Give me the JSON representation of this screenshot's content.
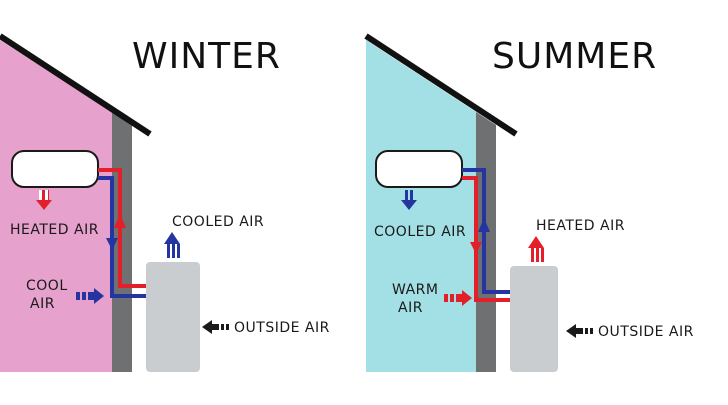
{
  "colors": {
    "winter_wall": "#e6a2cd",
    "summer_wall": "#a2e0e6",
    "house_wall": "#6f7072",
    "outdoor_unit": "#c9cdcf",
    "indoor_unit": "#ffffff",
    "hot_line": "#e3202a",
    "cold_line": "#2434a0",
    "roof": "#111111"
  },
  "winter": {
    "title": "WINTER",
    "indoor_label": "HEATED AIR",
    "outdoor_label": "COOLED AIR",
    "intake_label_line1": "COOL",
    "intake_label_line2": "AIR",
    "outside_label": "OUTSIDE AIR"
  },
  "summer": {
    "title": "SUMMER",
    "indoor_label": "COOLED AIR",
    "outdoor_label": "HEATED AIR",
    "intake_label_line1": "WARM",
    "intake_label_line2": "AIR",
    "outside_label": "OUTSIDE AIR"
  }
}
